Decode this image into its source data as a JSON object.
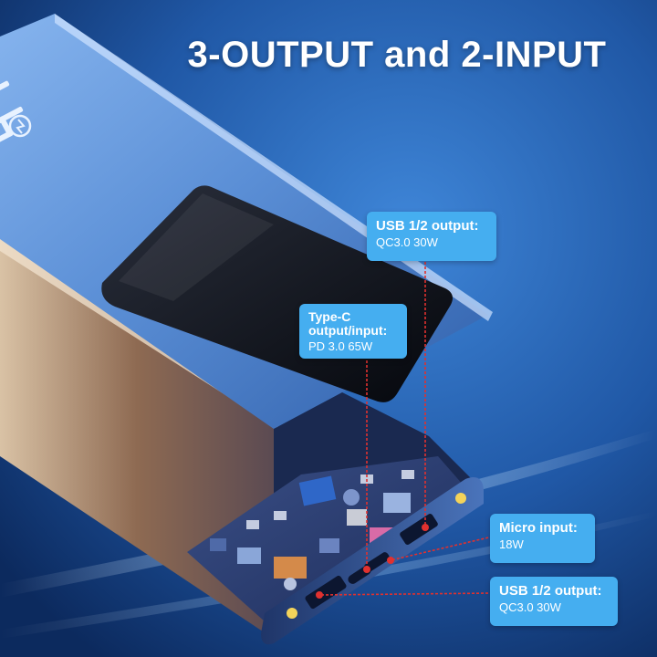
{
  "headline": "3-OUTPUT and 2-INPUT",
  "brand_logo": "bb",
  "callouts": [
    {
      "title": "USB 1/2 output:",
      "spec": "QC3.0 30W"
    },
    {
      "title_line1": "Type-C",
      "title_line2": "output/input:",
      "spec": "PD 3.0 65W"
    },
    {
      "title": "Micro input:",
      "spec": "18W"
    },
    {
      "title": "USB 1/2 output:",
      "spec": "QC3.0 30W"
    }
  ],
  "colors": {
    "background": "#1c4f9a",
    "callout_fill": "#45aef0",
    "leader_line": "#e0312f",
    "casing": "#5c8fd6"
  }
}
